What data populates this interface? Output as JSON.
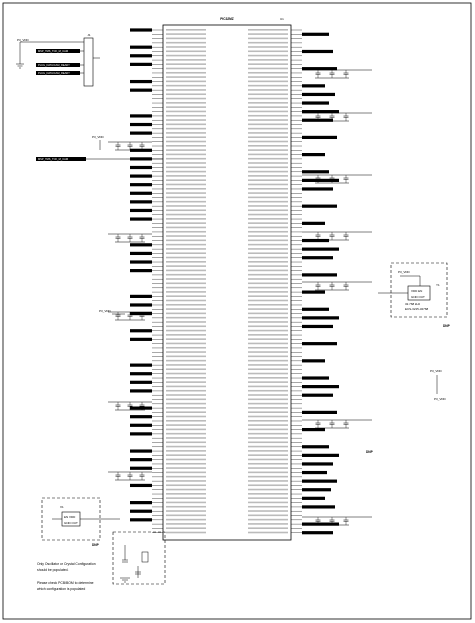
{
  "ic_part": "PIC32MZ",
  "ic_ref": "U1",
  "header_ref": "J1",
  "osc_ref": "Y1",
  "osc_freq": "32.768 kHz",
  "osc_part": "ECS-3215-32768",
  "xtal_ref": "X1",
  "dnp_labels": [
    "DNP",
    "DNP",
    "DNP"
  ],
  "power_labels": {
    "p3v3_a": "P3_VDD",
    "p3v3_b": "P3_VDD",
    "p3v3_c": "P3_VDD",
    "p3v3_d": "P3_VDD",
    "p3v3_right": "P3_VDD",
    "p3v3_far_right": "P3_VDD"
  },
  "notes": {
    "line1": "Only Oscillator or Crystal Configuration",
    "line2": "should be populated.",
    "line3": "Please check PCB/BOM to determine",
    "line4": "which configuration is populated"
  },
  "header_nets": [
    "MSP_TMS_TCK_M_CAM",
    "PLUG_DATA/CAM_READY",
    "PLUG_DATA/CAM_READY"
  ],
  "jtag_net": "MSP_TMS_TCK_M_CAM",
  "left_net_count": 58,
  "right_net_count": 58
}
